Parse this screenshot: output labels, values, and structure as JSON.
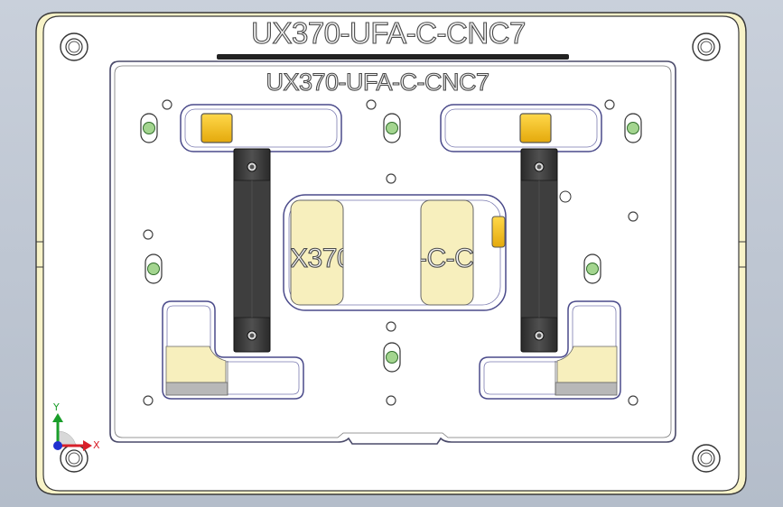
{
  "part": {
    "outer_label": "UX370-UFA-C-CNC7",
    "inner_label": "UX370-UFA-C-CNC7",
    "window_left_text": "X370",
    "window_right_text": "-C-C"
  },
  "triad": {
    "y_label": "Y",
    "x_label": "X"
  },
  "colors": {
    "plate": "#ffffff",
    "edge": "#4a4a6a",
    "pocket_edge": "#5a5aa0",
    "cream": "#f6eebc",
    "gold": "#f2c21a",
    "clamp": "#3c3c3c",
    "pin_green": "#9fd28a",
    "background": "#bcc4d0"
  }
}
